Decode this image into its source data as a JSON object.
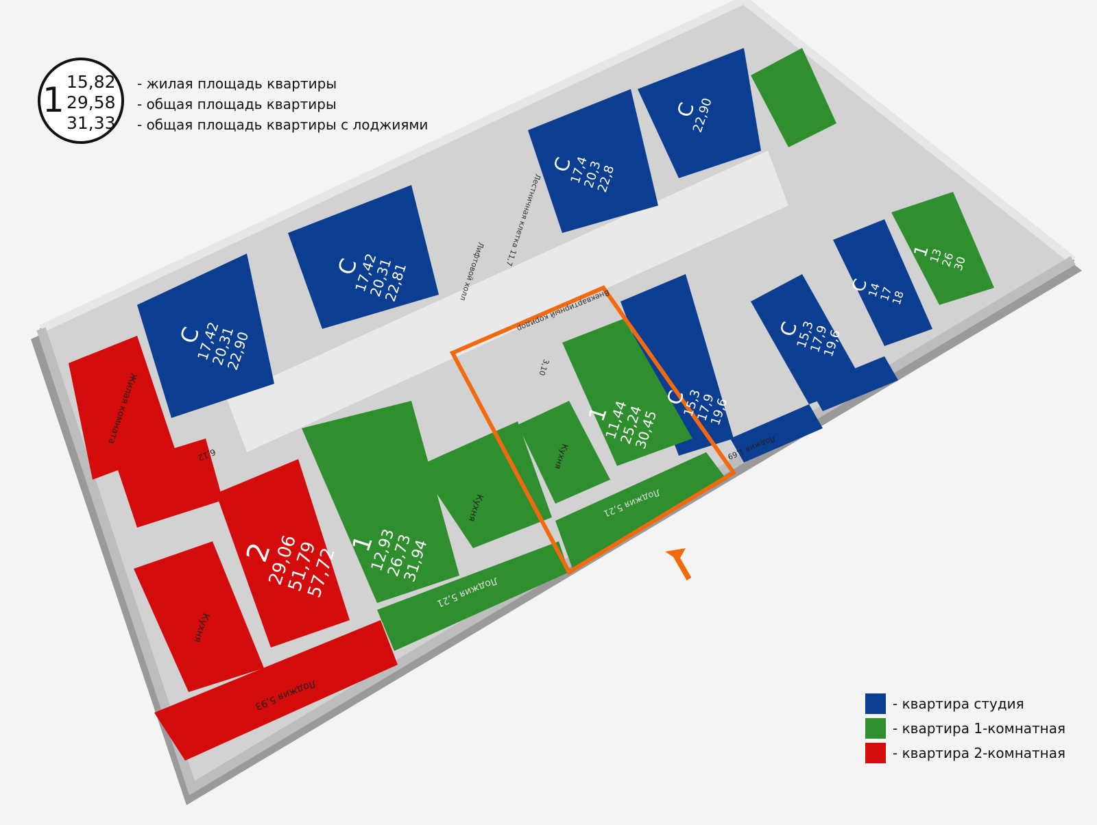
{
  "colors": {
    "studio": "#0b3d91",
    "one_room": "#2f8f2f",
    "two_room": "#d40b0b",
    "wall": "#c8c8c8",
    "highlight": "#f26a10"
  },
  "sample_legend": {
    "rooms": "1",
    "living_area": "15,82",
    "total_area": "29,58",
    "total_with_loggia": "31,33",
    "desc_living": "- жилая площадь квартиры",
    "desc_total": "- общая площадь квартиры",
    "desc_loggia": "- общая площадь квартиры с лоджиями"
  },
  "color_legend": [
    {
      "label": "- квартира студия",
      "color": "#0b3d91"
    },
    {
      "label": "- квартира 1-комнатная",
      "color": "#2f8f2f"
    },
    {
      "label": "- квартира 2-комнатная",
      "color": "#d40b0b"
    }
  ],
  "apartments": [
    {
      "id": "studio-top-left",
      "type": "studio",
      "marker": "С",
      "values": [
        "17,42",
        "20,31",
        "22,90"
      ]
    },
    {
      "id": "studio-top-center",
      "type": "studio",
      "marker": "С",
      "values": [
        "17,42",
        "20,31",
        "22,81"
      ]
    },
    {
      "id": "studio-top-right-a",
      "type": "studio",
      "marker": "С",
      "values": [
        "17,4",
        "20,3",
        "22,8"
      ]
    },
    {
      "id": "studio-top-right-b",
      "type": "studio",
      "marker": "С",
      "values": [
        "22,90"
      ]
    },
    {
      "id": "studio-right-lower",
      "type": "studio",
      "marker": "С",
      "values": [
        "15,3",
        "17,9",
        "19,6"
      ]
    },
    {
      "id": "studio-right-mid",
      "type": "studio",
      "marker": "С",
      "values": [
        "15,3",
        "17,9",
        "19,6"
      ]
    },
    {
      "id": "studio-right-upper",
      "type": "studio",
      "marker": "С",
      "values": [
        "14",
        "17",
        "18"
      ]
    },
    {
      "id": "one-room-highlight",
      "type": "one_room",
      "marker": "1",
      "values": [
        "11,44",
        "25,24",
        "30,45"
      ]
    },
    {
      "id": "one-room-lower",
      "type": "one_room",
      "marker": "1",
      "values": [
        "12,93",
        "26,73",
        "31,94"
      ]
    },
    {
      "id": "one-room-far-right",
      "type": "one_room",
      "marker": "1",
      "values": [
        "13",
        "26",
        "30"
      ]
    },
    {
      "id": "two-room",
      "type": "two_room",
      "marker": "2",
      "values": [
        "29,06",
        "51,79",
        "57,72"
      ]
    }
  ],
  "room_labels": [
    {
      "id": "kitchen-red",
      "text": "Кухня"
    },
    {
      "id": "living-room-red",
      "text": "Жилая комната"
    },
    {
      "id": "kitchen-green",
      "text": "Кухня"
    },
    {
      "id": "kitchen-green-highlight",
      "text": "Кухня"
    },
    {
      "id": "loggia-red",
      "text": "Лоджия 5,93"
    },
    {
      "id": "loggia-green-lower",
      "text": "Лоджия 5,21"
    },
    {
      "id": "loggia-green-highlight",
      "text": "Лоджия 5,21"
    },
    {
      "id": "loggia-blue",
      "text": "Лоджия 1,69"
    },
    {
      "id": "staircase",
      "text": "Лестничная клетка 11,7"
    },
    {
      "id": "elevator-hall",
      "text": "Лифтовой холл"
    },
    {
      "id": "corridor",
      "text": "Внеквартирный коридор"
    },
    {
      "id": "bath-red",
      "text": "6,12"
    },
    {
      "id": "bath-green",
      "text": "3,10"
    }
  ]
}
